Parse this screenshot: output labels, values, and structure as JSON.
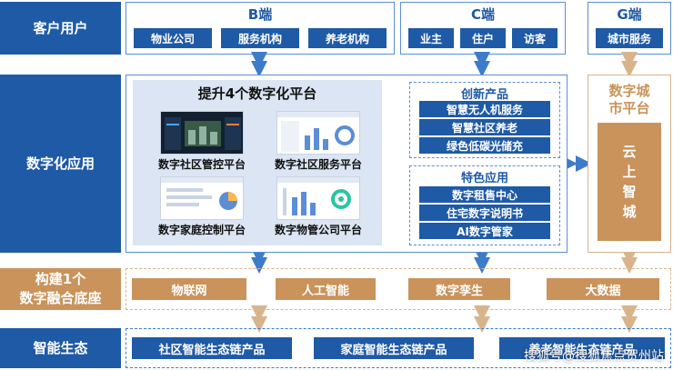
{
  "rows": {
    "customer": "客户用户",
    "digital_app": "数字化应用",
    "foundation": "构建1个\n数字融合底座",
    "ecology": "智能生态"
  },
  "b_end": {
    "title": "B端",
    "items": [
      "物业公司",
      "服务机构",
      "养老机构"
    ]
  },
  "c_end": {
    "title": "C端",
    "items": [
      "业主",
      "住户",
      "访客"
    ]
  },
  "g_end": {
    "title": "G端",
    "items": [
      "城市服务"
    ]
  },
  "platforms": {
    "title": "提升4个数字化平台",
    "items": [
      "数字社区管控平台",
      "数字社区服务平台",
      "数字家庭控制平台",
      "数字物管公司平台"
    ]
  },
  "innovation": {
    "title": "创新产品",
    "items": [
      "智慧无人机服务",
      "智慧社区养老",
      "绿色低碳光储充"
    ]
  },
  "featured": {
    "title": "特色应用",
    "items": [
      "数字租售中心",
      "住宅数字说明书",
      "AI数字管家"
    ]
  },
  "city_platform": {
    "title": "数字城\n市平台",
    "cloud": "云\n上\n智\n城"
  },
  "foundation_items": [
    "物联网",
    "人工智能",
    "数字孪生",
    "大数据"
  ],
  "ecology_items": [
    "社区智能生态链产品",
    "家庭智能生态链产品",
    "养老智能生态链产品"
  ],
  "watermark": "搜狐号@搜狐焦点贺州站",
  "colors": {
    "blue": "#1f5aa6",
    "tan": "#c9935b",
    "light_blue_panel": "#dbe5f3"
  }
}
